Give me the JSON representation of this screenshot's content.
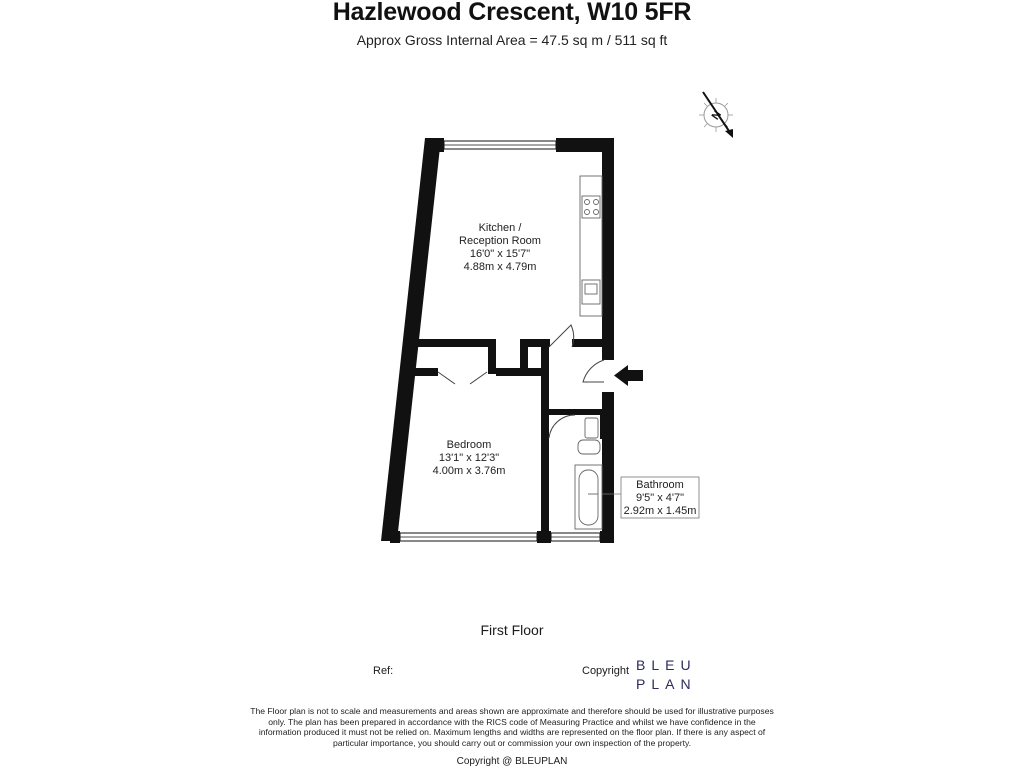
{
  "header": {
    "title": "Hazlewood Crescent, W10 5FR",
    "subtitle": "Approx Gross Internal Area = 47.5 sq m / 511 sq ft"
  },
  "compass": {
    "letter": "N"
  },
  "rooms": {
    "kitchen": {
      "name_line1": "Kitchen /",
      "name_line2": "Reception Room",
      "imperial": "16'0\" x 15'7\"",
      "metric": "4.88m x 4.79m"
    },
    "bedroom": {
      "name": "Bedroom",
      "imperial": "13'1\" x 12'3\"",
      "metric": "4.00m x 3.76m"
    },
    "bathroom": {
      "name": "Bathroom",
      "imperial": "9'5\" x 4'7\"",
      "metric": "2.92m x 1.45m"
    }
  },
  "floor_label": "First Floor",
  "footer": {
    "ref_label": "Ref:",
    "copyright_label": "Copyright",
    "logo_line1": "BLEU",
    "logo_line2": "PLAN",
    "disclaimer": "The Floor plan is not to scale and measurements and areas shown are approximate and therefore should be used for illustrative purposes only. The plan has been prepared in accordance with the RICS code of Measuring Practice and whilst we have confidence in the information produced it must not be relied on. Maximum lengths and widths are represented on the floor plan. If there is any aspect of particular importance, you should carry out or commission your own inspection of the property.",
    "copyright_notice": "Copyright @ BLEUPLAN"
  },
  "colors": {
    "walls": "#111111",
    "logo": "#2b2b5e",
    "fixtures": "#777777"
  }
}
